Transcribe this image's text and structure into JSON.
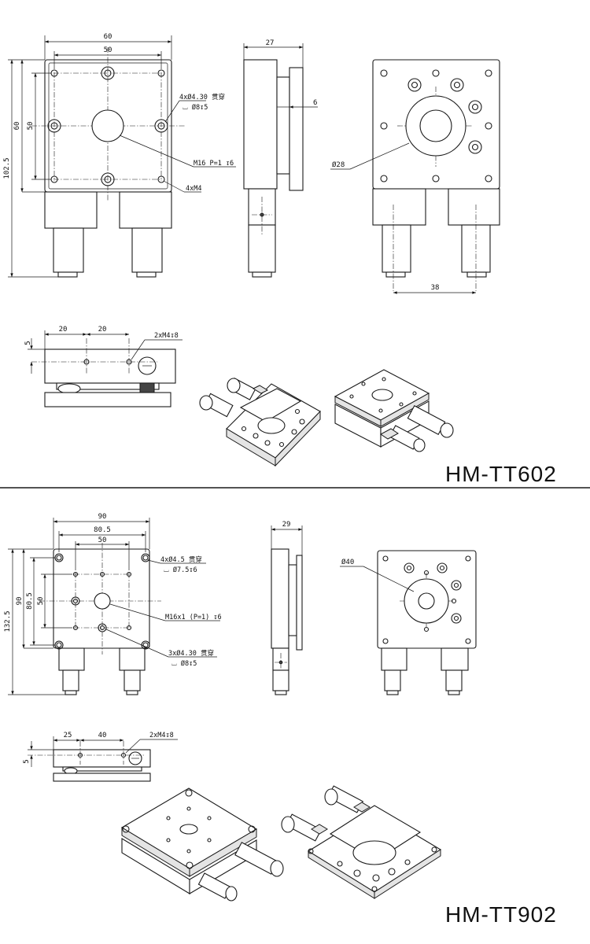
{
  "products": [
    {
      "model": "HM-TT602",
      "dims": {
        "width_outer": "60",
        "width_inner": "50",
        "height_outer": "60",
        "height_inner": "50",
        "total_height": "102.5",
        "side_thickness": "27",
        "side_step": "6",
        "bottom_bore": "Ø28",
        "micrometer_spacing": "38",
        "hole_x1": "20",
        "hole_x2": "20",
        "hole_z": "5"
      },
      "notes": {
        "counterbore_line1": "4xØ4.30 贯穿",
        "counterbore_line2": "⌴ Ø8↧5",
        "center_thread": "M16 P=1 ↧6",
        "corner_thread": "4xM4",
        "side_thread": "2xM4↧8"
      }
    },
    {
      "model": "HM-TT902",
      "dims": {
        "width_outer": "90",
        "width_mid": "80.5",
        "width_inner": "50",
        "height_outer": "90",
        "height_mid": "80.5",
        "height_inner": "50",
        "total_height": "132.5",
        "side_thickness": "29",
        "bottom_bore": "Ø40",
        "hole_x1": "25",
        "hole_x2": "40",
        "hole_z": "5"
      },
      "notes": {
        "counterbore_line1": "4xØ4.5 贯穿",
        "counterbore_line2": "⌴ Ø7.5↧6",
        "center_thread": "M16x1 (P=1) ↧6",
        "mount_line1": "3xØ4.30 贯穿",
        "mount_line2": "⌴ Ø8↧5",
        "side_thread": "2xM4↧8"
      }
    }
  ]
}
